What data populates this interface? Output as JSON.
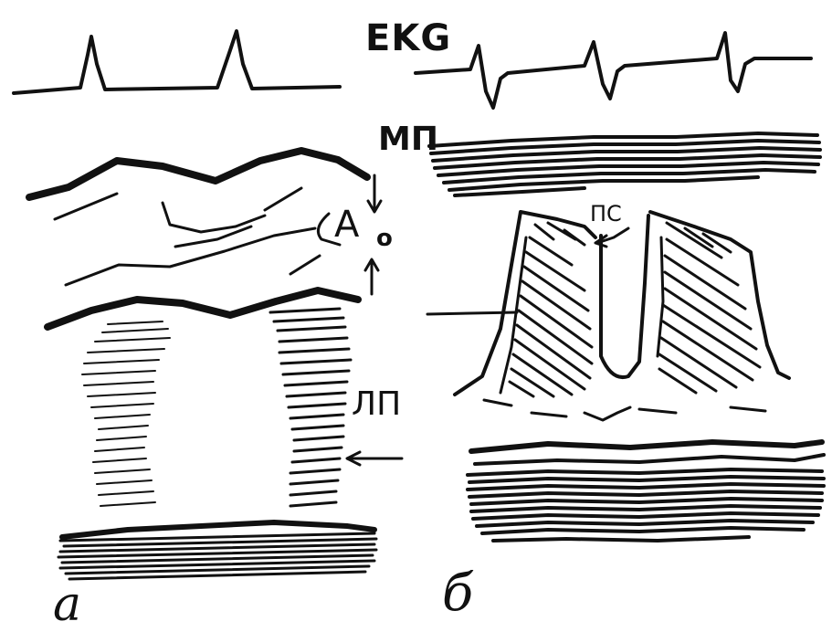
{
  "labels": {
    "ekg": "EKG",
    "mp": "МП",
    "ps": "ПС",
    "ao_main": "A",
    "ao_sub": "o",
    "lp": "ЛП",
    "panel_a": "a",
    "panel_b": "б"
  },
  "colors": {
    "ink": "#111111",
    "background": "#ffffff"
  }
}
